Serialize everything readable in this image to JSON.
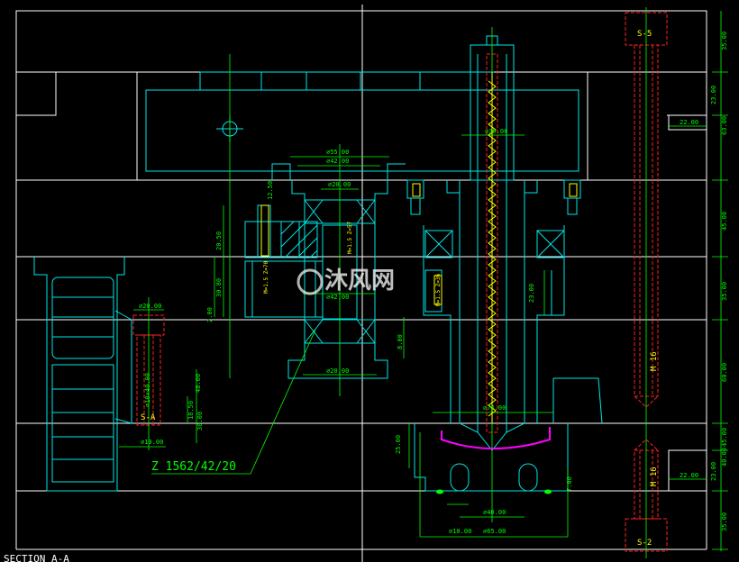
{
  "section_title": "SECTION A-A",
  "gear_spec": "Z 1562/42/20",
  "watermark": "沐风网",
  "labels": {
    "s5": "S-5",
    "s2": "S-2",
    "sa": "S-A",
    "m16_top": "M 16",
    "m16_bottom": "M 16",
    "gear_left": "M=1.5 Z=70",
    "gear_center": "M=1.5 Z=57",
    "gear_right": "M=1.5 Z=36"
  },
  "dims": {
    "d55": "⌀55.00",
    "d42a": "⌀42.00",
    "d20a": "⌀20.00",
    "d38": "⌀38.00",
    "d74": "⌀74.00",
    "d42b": "⌀42.00",
    "d20b": "⌀20.00",
    "d40": "⌀40.00",
    "d10": "⌀10.00",
    "d65": "⌀65.00",
    "d20c": "⌀20.00",
    "d19": "⌀19.00",
    "d10x40": "⌀10×40.00",
    "h1250": "12.50",
    "h2050": "20.50",
    "h3080": "30.80",
    "h200": "2.00",
    "h800": "8.00",
    "h2300": "23.00",
    "h2500": "25.00",
    "h1850": "18.50",
    "h4800": "48.00",
    "h3000": "30.00",
    "h700": "7.00",
    "w2200a": "22.00",
    "w2200b": "22.00",
    "rv3500a": "35.00",
    "rv2300a": "23.00",
    "rv6300": "63.00",
    "rv4500a": "45.00",
    "rv3500b": "35.00",
    "rv6000": "60.00",
    "rv4500b": "45.00",
    "rv2300b": "23.00",
    "rv4000": "40.00",
    "rv3500c": "35.00"
  }
}
